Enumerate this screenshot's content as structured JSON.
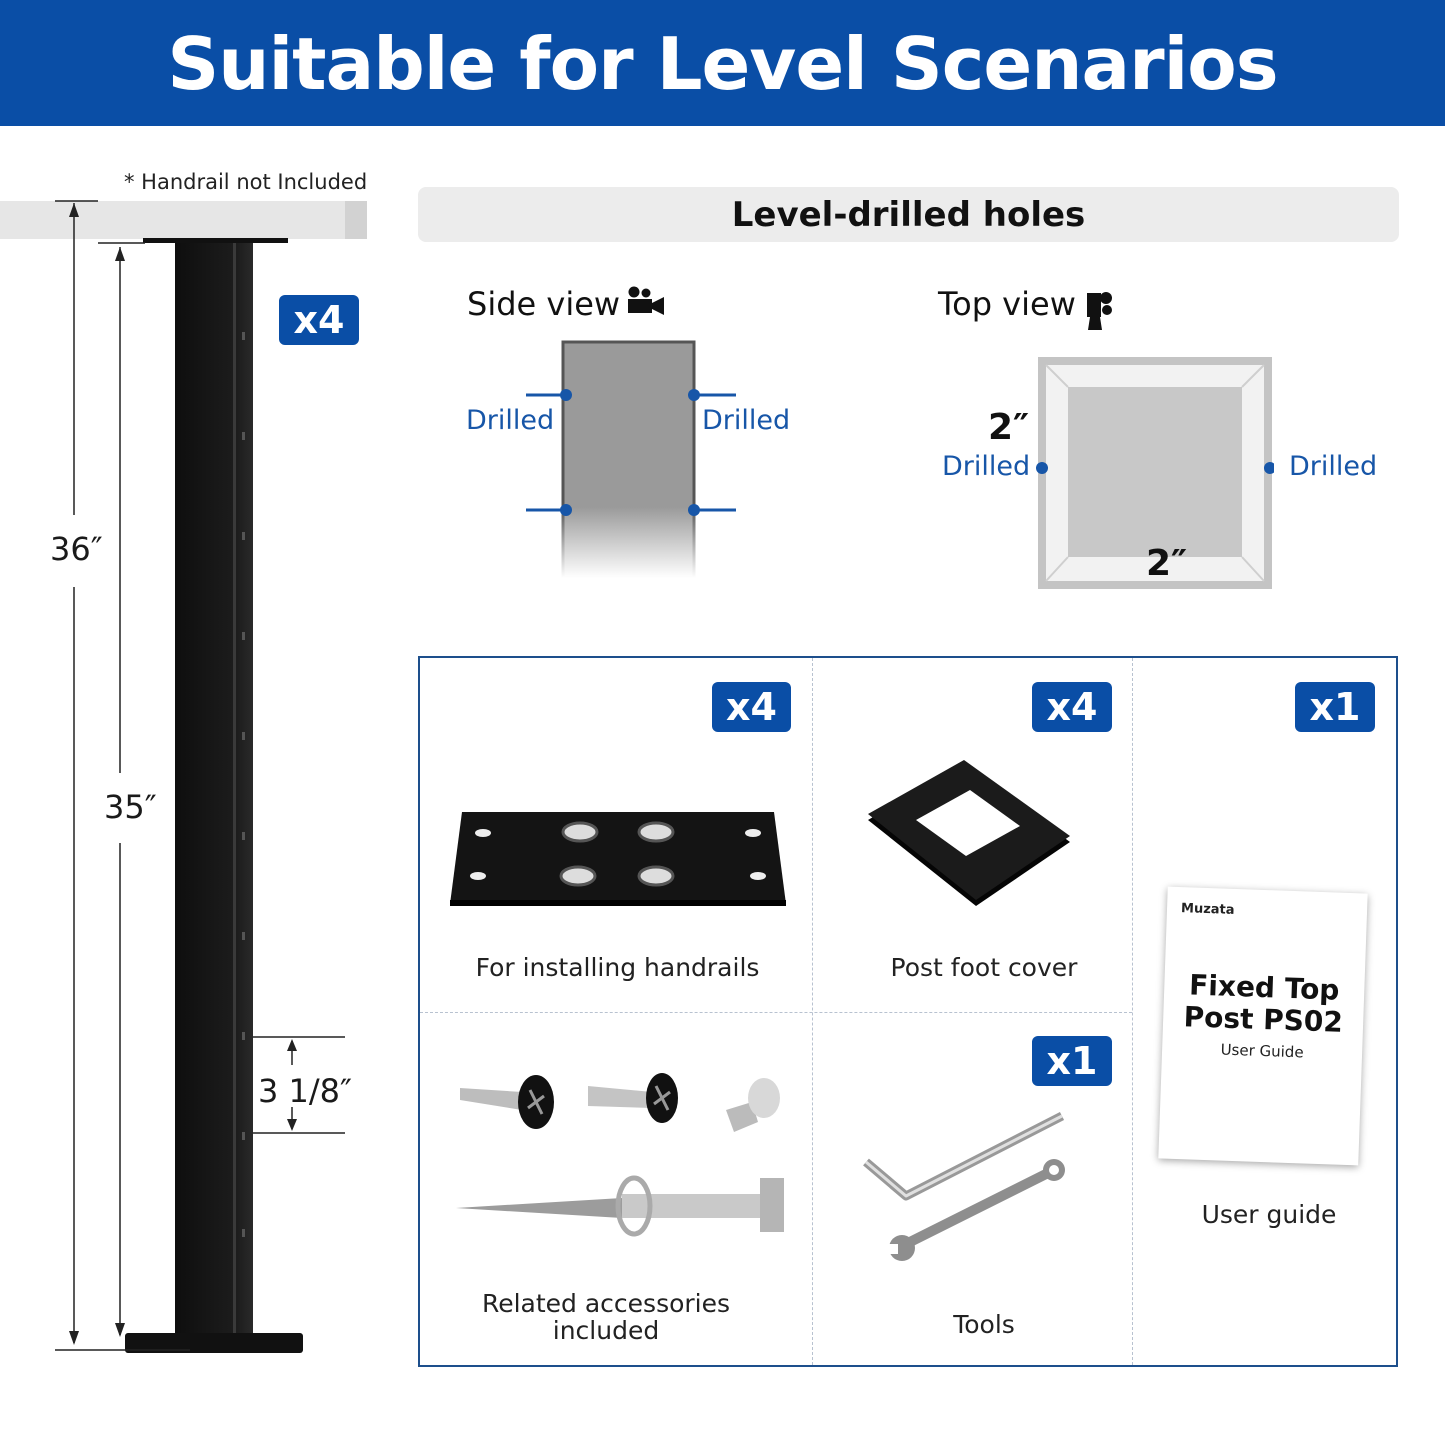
{
  "banner": {
    "title": "Suitable for Level Scenarios"
  },
  "post": {
    "note": "* Handrail not Included",
    "badge": "x4",
    "dim_total": "36″",
    "dim_post": "35″",
    "dim_spacing": "3 1/8″"
  },
  "holes": {
    "title": "Level-drilled holes",
    "side_view": {
      "label": "Side view",
      "icon": "camera-icon",
      "drilled_left": "Drilled",
      "drilled_right": "Drilled"
    },
    "top_view": {
      "label": "Top view",
      "icon": "camera-top-icon",
      "drilled_left": "Drilled",
      "drilled_right": "Drilled",
      "width": "2″",
      "depth": "2″"
    }
  },
  "package": {
    "items": [
      {
        "badge": "x4",
        "caption": "For installing handrails"
      },
      {
        "badge": "x4",
        "caption": "Post foot cover"
      },
      {
        "badge": "x1",
        "caption": "User guide"
      },
      {
        "badge": "",
        "caption_line1": "Related accessories",
        "caption_line2": "included"
      },
      {
        "badge": "x1",
        "caption": "Tools"
      }
    ],
    "guide": {
      "brand": "Muzata",
      "title_line1": "Fixed Top",
      "title_line2": "Post PS02",
      "subtitle": "User Guide"
    }
  },
  "colors": {
    "brand_blue": "#0a4ea6",
    "drilled_blue": "#1756a8",
    "border_blue": "#1d4f8c"
  }
}
